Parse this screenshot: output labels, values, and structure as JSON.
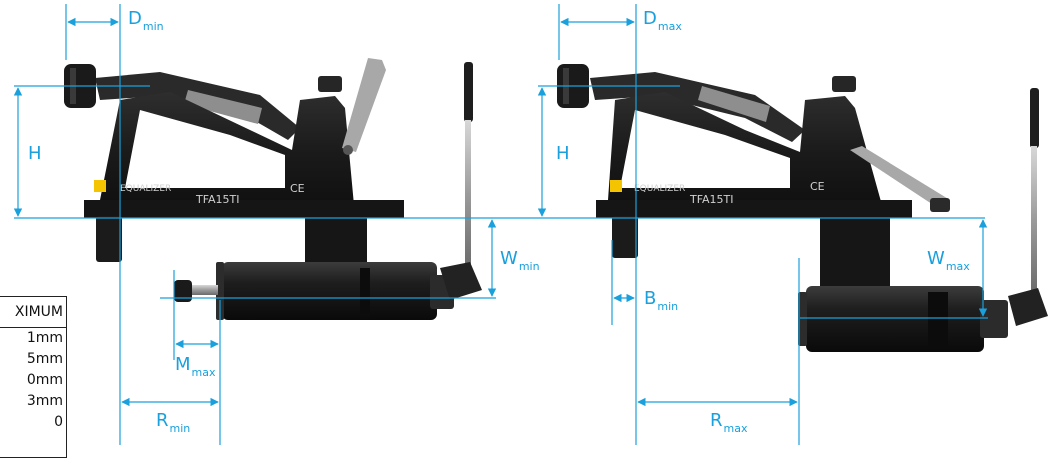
{
  "colors": {
    "accent": "#1aa0dc",
    "tool_body": "#1c1c1c",
    "tool_highlight": "#3a3a3a",
    "tool_grey": "#9a9a9a",
    "warning_yellow": "#f4c400"
  },
  "left_tool": {
    "brand": "EQUALIZER",
    "model": "TFA15TI",
    "mark": "CE"
  },
  "right_tool": {
    "brand": "EQUALIZER",
    "model": "TFA15TI",
    "mark": "CE"
  },
  "dimensions": {
    "d_min": {
      "main": "D",
      "sub": "min"
    },
    "d_max": {
      "main": "D",
      "sub": "max"
    },
    "h_left": {
      "main": "H",
      "sub": ""
    },
    "h_right": {
      "main": "H",
      "sub": ""
    },
    "w_min": {
      "main": "W",
      "sub": "min"
    },
    "w_max": {
      "main": "W",
      "sub": "max"
    },
    "b_min": {
      "main": "B",
      "sub": "min"
    },
    "m_max": {
      "main": "M",
      "sub": "max"
    },
    "r_min": {
      "main": "R",
      "sub": "min"
    },
    "r_max": {
      "main": "R",
      "sub": "max"
    }
  },
  "spec_table": {
    "header": "XIMUM",
    "rows": [
      "1mm",
      "5mm",
      "0mm",
      "3mm",
      "0"
    ]
  }
}
